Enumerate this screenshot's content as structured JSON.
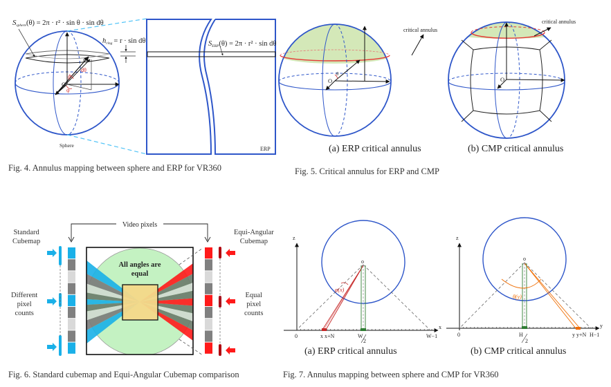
{
  "fig4": {
    "caption": "Fig. 4.   Annulus mapping between sphere and ERP for VR360",
    "sphere_formula_S": "S",
    "sphere_formula_sub": "sphere",
    "sphere_formula_rest": "(θ) = 2π · r² · sin θ · sin dθ",
    "ring_formula_h": "h",
    "ring_formula_sub": "ring",
    "ring_formula_rest": "= r · sin dθ",
    "erp_formula_S": "S",
    "erp_formula_sub": "ERP",
    "erp_formula_rest": "(θ) = 2π · r² · sin dθ",
    "sphere_label": "Sphere",
    "erp_label": "ERP",
    "origin_label": "O",
    "r_label": "r",
    "theta_label": "θ",
    "dtheta_label": "dθ",
    "phi_label": "φ"
  },
  "fig5": {
    "caption": "Fig. 5.   Critical annulus for ERP and CMP",
    "a_caption": "(a) ERP critical annulus",
    "b_caption": "(b) CMP critical annulus",
    "annulus_label": "critical annulus",
    "origin_label": "O",
    "theta_label": "θ",
    "annulus_fill": "#d4e8b8",
    "annulus_edge": "#e53935"
  },
  "fig6": {
    "caption": "Fig. 6.   Standard cubemap and Equi-Angular Cubemap comparison",
    "video_pixels": "Video pixels",
    "standard_cubemap": [
      "Standard",
      "Cubemap"
    ],
    "equi_angular_cubemap": [
      "Equi-Angular",
      "Cubemap"
    ],
    "different_pixel_counts": [
      "Different",
      "pixel",
      "counts"
    ],
    "equal_pixel_counts": [
      "Equal",
      "pixel",
      "counts"
    ],
    "center_text": [
      "All angles are",
      "equal"
    ],
    "blue": "#1ab0e8",
    "red": "#ff1a1a",
    "dark_red": "#b00010"
  },
  "fig7": {
    "caption": "Fig. 7.   Annulus mapping between sphere and CMP for VR360",
    "a_caption": "(a) ERP critical annulus",
    "b_caption": "(b) CMP critical annulus",
    "a_axis": {
      "z": "z",
      "x": "x",
      "zero": "0",
      "x_label": "x x+N",
      "mid_num": "W",
      "mid_den": "2",
      "end": "W−1",
      "angle": "φ(x)"
    },
    "b_axis": {
      "z": "z",
      "y": "y",
      "zero": "0",
      "y_label": "y y+N",
      "mid_num": "H",
      "mid_den": "2",
      "end": "H−1",
      "angle": "θ(y)"
    },
    "origin_label": "o"
  }
}
